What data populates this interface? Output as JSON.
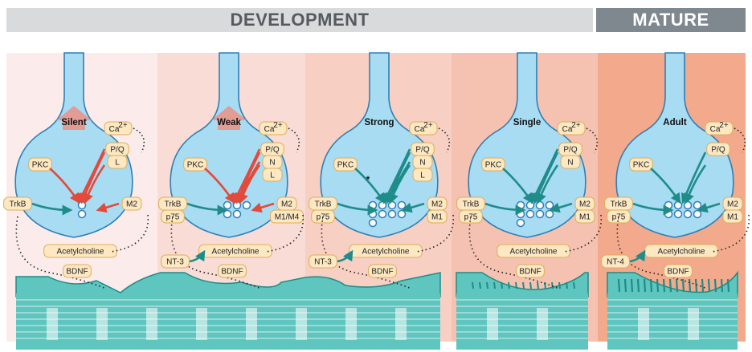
{
  "banner": {
    "development": "DEVELOPMENT",
    "mature": "MATURE"
  },
  "panel_colors": [
    "#fbeceb",
    "#f9dcd6",
    "#f7cfc3",
    "#f5c2b1",
    "#f3a98c"
  ],
  "colors": {
    "terminal_fill": "#a7dcf3",
    "terminal_stroke": "#2f7fb6",
    "muscle_fill": "#5ec5bf",
    "muscle_dark": "#1e8c87",
    "label_fill": "#fde8c2",
    "label_stroke": "#e0ac57",
    "inhibit_arrow": "#e24a3b",
    "facilitate_arrow": "#1f8c8a",
    "pink_arrow": "#e8958c"
  },
  "stages": [
    {
      "name": "Silent",
      "receptors": [
        "P/Q",
        "L",
        "M2"
      ],
      "trk": [
        "TrkB"
      ],
      "arrow_color": "inhibit",
      "has_pink_arrow": true,
      "vesicles": 2,
      "neurotrophin": "",
      "asterisk": ""
    },
    {
      "name": "Weak",
      "receptors": [
        "P/Q",
        "N",
        "L",
        "M2",
        "M1/M4"
      ],
      "trk": [
        "TrkB",
        "p75"
      ],
      "arrow_color": "inhibit",
      "has_pink_arrow": true,
      "vesicles": 5,
      "neurotrophin": "NT-3",
      "asterisk": ""
    },
    {
      "name": "Strong",
      "receptors": [
        "P/Q",
        "N",
        "L",
        "M2",
        "M1"
      ],
      "trk": [
        "TrkB",
        "p75"
      ],
      "arrow_color": "facilitate",
      "has_pink_arrow": false,
      "vesicles": 9,
      "neurotrophin": "NT-3",
      "asterisk": "*"
    },
    {
      "name": "Single",
      "receptors": [
        "P/Q",
        "N",
        "M2",
        "M1"
      ],
      "trk": [
        "TrkB",
        "p75"
      ],
      "arrow_color": "facilitate",
      "has_pink_arrow": false,
      "vesicles": 9,
      "neurotrophin": "",
      "asterisk": ""
    },
    {
      "name": "Adult",
      "receptors": [
        "P/Q",
        "M2",
        "M1"
      ],
      "trk": [
        "TrkB",
        "p75"
      ],
      "arrow_color": "facilitate",
      "has_pink_arrow": false,
      "vesicles": 8,
      "neurotrophin": "NT-4",
      "asterisk": ""
    }
  ],
  "labels": {
    "calcium": "Ca",
    "calcium_sup": "2+",
    "pkc": "PKC",
    "acetylcholine": "Acetylcholine",
    "bdnf": "BDNF"
  }
}
